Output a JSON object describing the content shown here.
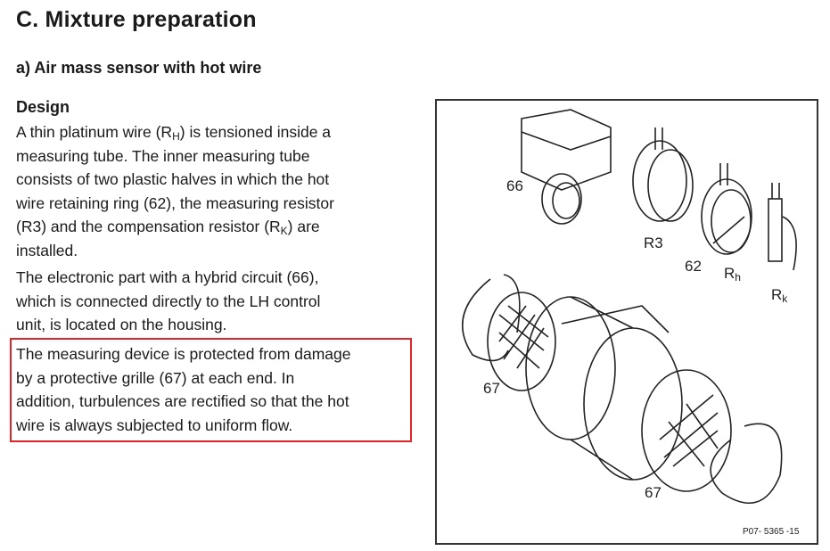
{
  "title": "C. Mixture preparation",
  "subtitle": "a)  Air mass sensor with hot wire",
  "section": "Design",
  "para1": [
    "A thin platinum wire (R",
    "H",
    ") is tensioned inside a",
    "measuring tube. The inner measuring tube",
    "consists of two plastic halves in which the hot",
    "wire retaining ring (62), the measuring resistor",
    "(R3) and the compensation resistor (R",
    "K",
    ") are",
    "installed."
  ],
  "para2": [
    "The electronic part with a hybrid circuit (66),",
    "which is connected directly to the LH control",
    "unit, is located on the housing."
  ],
  "para3": [
    "The measuring device is protected from damage",
    "by a protective grille (67) at each end. In",
    "addition, turbulences are rectified so that the hot",
    "wire is always subjected to uniform flow."
  ],
  "figure": {
    "labels": {
      "l66": "66",
      "r3": "R3",
      "l62": "62",
      "rh": "R",
      "rh_sub": "h",
      "rk": "R",
      "rk_sub": "k",
      "l67a": "67",
      "l67b": "67"
    },
    "code": "P07- 5365 -15"
  },
  "colors": {
    "highlight": "#e0262b"
  }
}
